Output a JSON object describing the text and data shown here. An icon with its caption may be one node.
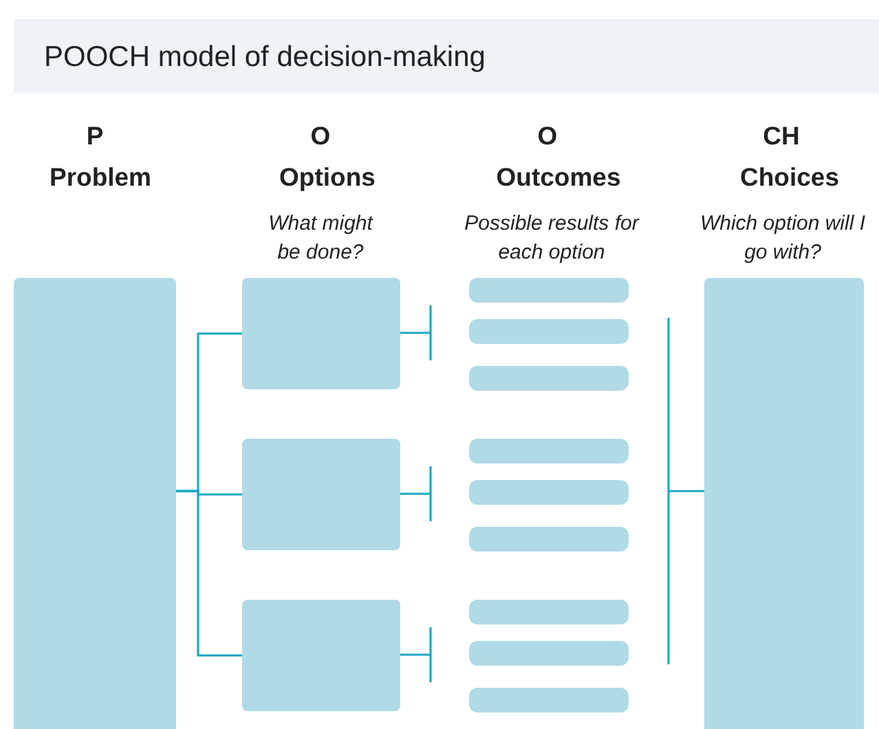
{
  "diagram": {
    "title": "POOCH model of decision-making",
    "nodes": [
      {
        "text": [],
        "shape": "box"
      },
      {
        "text": [],
        "shape": "box"
      },
      {
        "text": [],
        "shape": "box"
      },
      {
        "text": [],
        "shape": "box"
      },
      {
        "text": [],
        "shape": "bar"
      },
      {
        "text": [],
        "shape": "bar"
      },
      {
        "text": [],
        "shape": "bar"
      },
      {
        "text": [],
        "shape": "bar"
      },
      {
        "text": [],
        "shape": "bar"
      },
      {
        "text": [],
        "shape": "bar"
      },
      {
        "text": [],
        "shape": "bar"
      },
      {
        "text": [],
        "shape": "bar"
      },
      {
        "text": [],
        "shape": "bar"
      },
      {
        "text": [],
        "shape": "box"
      }
    ],
    "edges": [
      {
        "from": 0,
        "to": 1,
        "arrow": "none"
      },
      {
        "from": 0,
        "to": 2,
        "arrow": "none"
      },
      {
        "from": 0,
        "to": 3,
        "arrow": "none"
      },
      {
        "from": 1,
        "to": null,
        "arrow": "other"
      },
      {
        "from": 2,
        "to": null,
        "arrow": "other"
      },
      {
        "from": 3,
        "to": null,
        "arrow": "other"
      },
      {
        "from": null,
        "to": 13,
        "arrow": "other"
      }
    ],
    "labels": [
      "P",
      "O",
      "O",
      "CH",
      "Problem",
      "Options",
      "Outcomes",
      "Choices",
      "What might be done?",
      "Possible results for each option",
      "Which option will I go with?"
    ]
  }
}
